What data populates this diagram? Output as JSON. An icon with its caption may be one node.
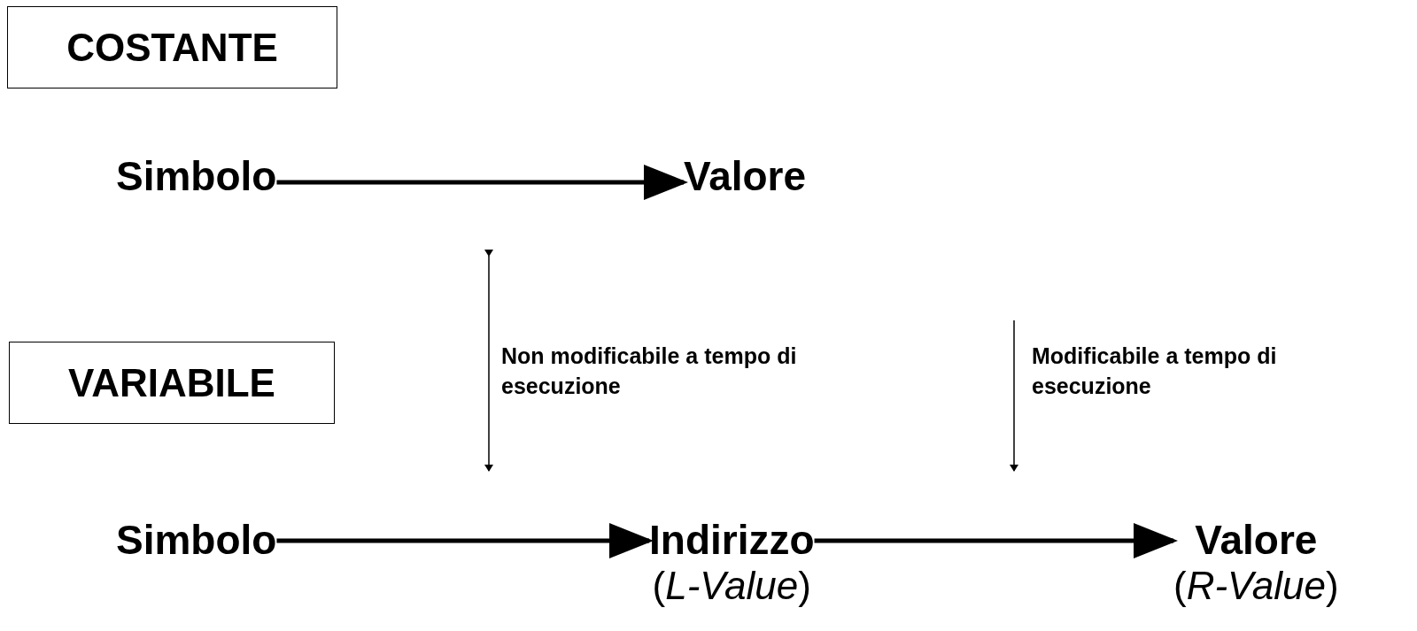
{
  "diagram": {
    "nodes": [
      {
        "text": [
          "COSTANTE"
        ]
      },
      {
        "text": [
          "VARIABILE"
        ]
      },
      {
        "text": [
          "Simbolo"
        ]
      },
      {
        "text": [
          "Valore"
        ]
      },
      {
        "text": [
          "Simbolo"
        ]
      },
      {
        "text": [
          "Indirizzo",
          "(*L-Value*)"
        ]
      },
      {
        "text": [
          "Valore",
          "(*R-Value*)"
        ]
      }
    ],
    "edges": [
      {
        "from": 2,
        "to": 3,
        "arrow": "to"
      },
      {
        "from": 4,
        "to": 5,
        "arrow": "to"
      },
      {
        "from": 5,
        "to": 6,
        "arrow": "to"
      }
    ],
    "labels": [
      "Non modificabile a tempo di esecuzione",
      "Modificabile a tempo di esecuzione"
    ]
  }
}
